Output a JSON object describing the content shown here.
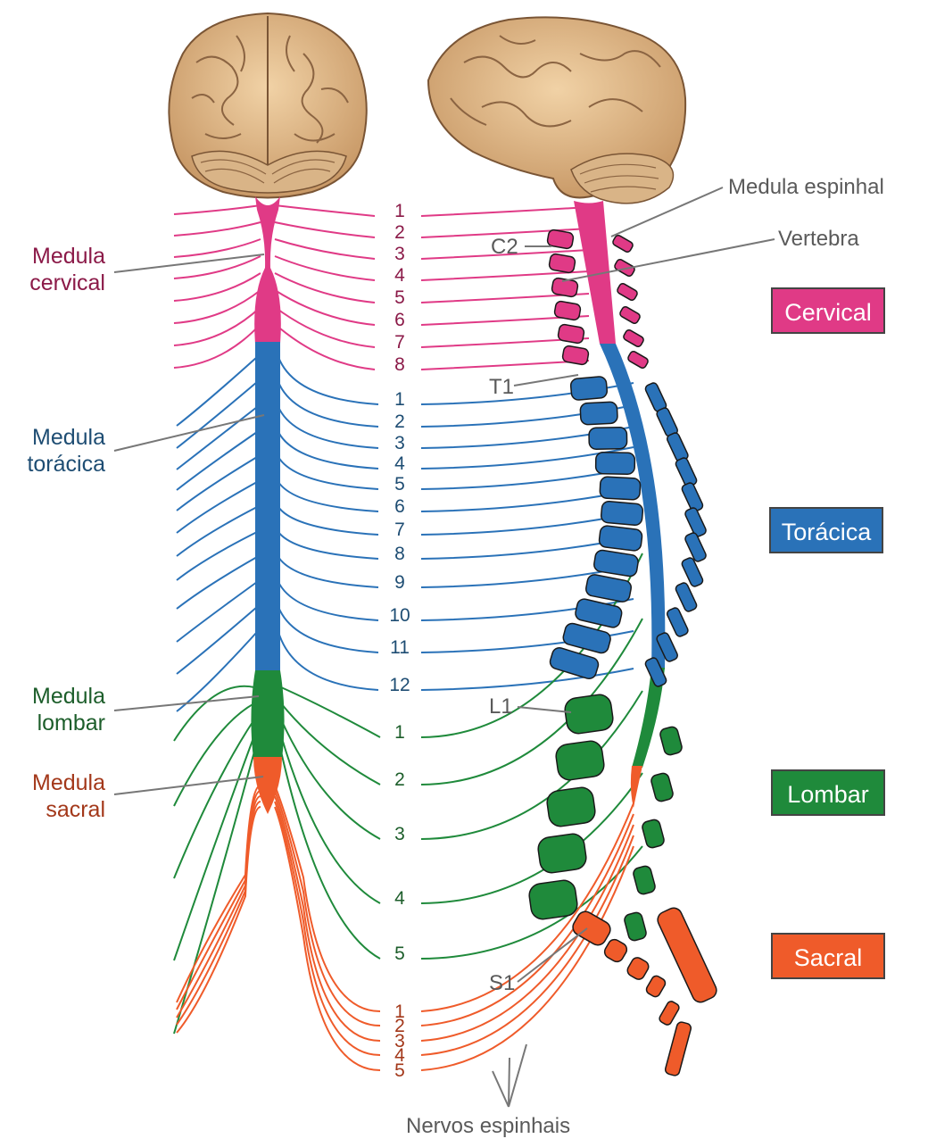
{
  "labels": {
    "medula_espinhal": "Medula espinhal",
    "vertebra": "Vertebra",
    "c2": "C2",
    "t1": "T1",
    "l1": "L1",
    "s1": "S1",
    "nervos_espinhais": "Nervos espinhais"
  },
  "left_labels": {
    "cervical": [
      "Medula",
      "cervical"
    ],
    "toracica": [
      "Medula",
      "torácica"
    ],
    "lombar": [
      "Medula",
      "lombar"
    ],
    "sacral": [
      "Medula",
      "sacral"
    ]
  },
  "regions": [
    {
      "name": "Cervical",
      "color": "#e03a86",
      "text_color": "#8b1a48"
    },
    {
      "name": "Torácica",
      "color": "#2a72b8",
      "text_color": "#1e4d73"
    },
    {
      "name": "Lombar",
      "color": "#1f8a3b",
      "text_color": "#1d5e2b"
    },
    {
      "name": "Sacral",
      "color": "#ef5b2a",
      "text_color": "#a3381a"
    }
  ],
  "nerve_numbers": {
    "cervical": [
      "1",
      "2",
      "3",
      "4",
      "5",
      "6",
      "7",
      "8"
    ],
    "toracica": [
      "1",
      "2",
      "3",
      "4",
      "5",
      "6",
      "7",
      "8",
      "9",
      "10",
      "11",
      "12"
    ],
    "lombar": [
      "1",
      "2",
      "3",
      "4",
      "5"
    ],
    "sacral": [
      "1",
      "2",
      "3",
      "4",
      "5"
    ]
  }
}
